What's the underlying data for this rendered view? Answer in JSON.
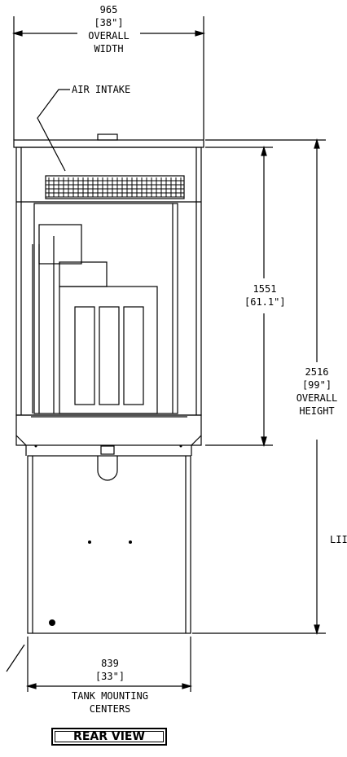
{
  "dimensions": {
    "overall_width": {
      "mm": "965",
      "inch": "[38\"]",
      "line1": "OVERALL",
      "line2": "WIDTH"
    },
    "air_intake": "AIR INTAKE",
    "enclosure_height": {
      "mm": "1551",
      "inch": "[61.1\"]"
    },
    "overall_height": {
      "mm": "2516",
      "inch": "[99\"]",
      "line1": "OVERALL",
      "line2": "HEIGHT"
    },
    "side_text": "LII",
    "tank_mounting": {
      "mm": "839",
      "inch": "[33\"]",
      "line1": "TANK MOUNTING",
      "line2": "CENTERS"
    }
  },
  "view_label": "REAR VIEW",
  "colors": {
    "line": "#000000",
    "background": "#ffffff"
  }
}
